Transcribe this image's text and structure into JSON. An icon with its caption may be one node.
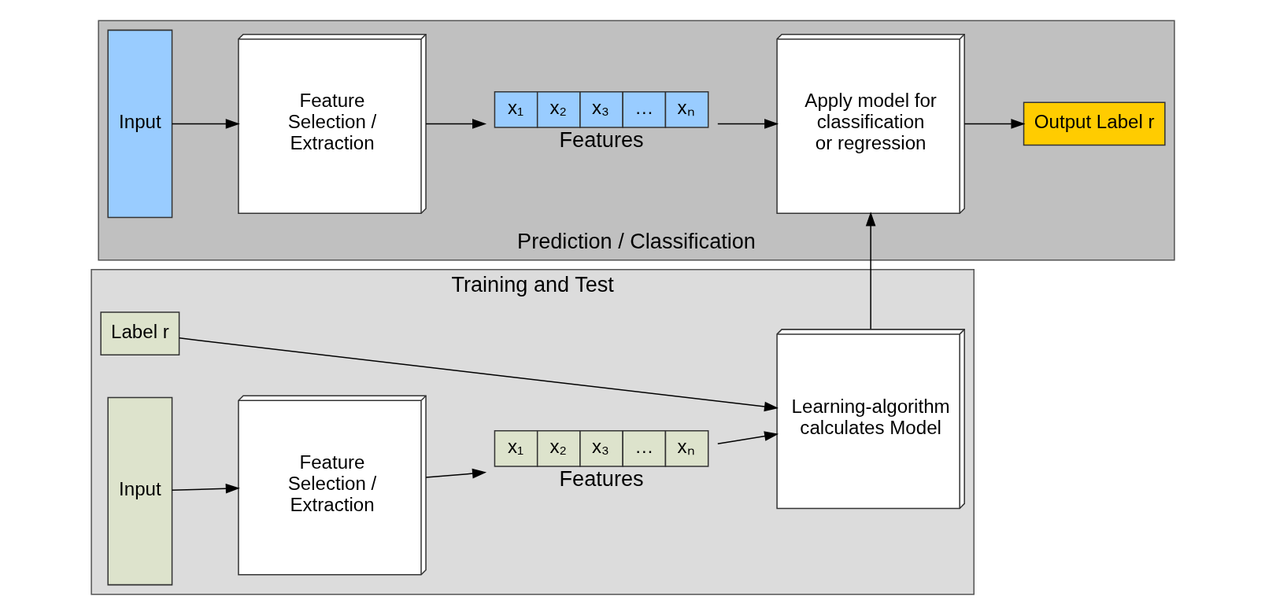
{
  "diagram": {
    "nodes": [
      {
        "text": [
          "Training and Test"
        ]
      },
      {
        "text": [
          "Label r"
        ],
        "in": 0
      },
      {
        "text": [
          "Input"
        ],
        "in": 0
      },
      {
        "text": [
          "Feature Selection / Extraction"
        ],
        "in": 0
      },
      {
        "text": [
          "x₁",
          "x₂",
          "x₃",
          "…",
          "xₙ"
        ],
        "in": 0,
        "beside": [
          "Features"
        ]
      },
      {
        "text": [
          "Learning-algorithm calculates Model"
        ],
        "in": 0
      },
      {
        "text": [
          "Prediction / Classification"
        ]
      },
      {
        "text": [
          "Input"
        ],
        "in": 6
      },
      {
        "text": [
          "Feature Selection / Extraction"
        ],
        "in": 6
      },
      {
        "text": [
          "x₁",
          "x₂",
          "x₃",
          "…",
          "xₙ"
        ],
        "in": 6,
        "beside": [
          "Features"
        ]
      },
      {
        "text": [
          "Apply model for classification or regression"
        ],
        "in": 6
      },
      {
        "text": [
          "Output Label r"
        ],
        "in": 6
      }
    ],
    "edges": [
      {
        "from": 1,
        "to": 5,
        "arrow": "to"
      },
      {
        "from": 2,
        "to": 3,
        "arrow": "to"
      },
      {
        "from": 3,
        "to": 4,
        "arrow": "to"
      },
      {
        "from": 4,
        "to": 5,
        "arrow": "to"
      },
      {
        "from": 5,
        "to": 10,
        "arrow": "to"
      },
      {
        "from": 7,
        "to": 8,
        "arrow": "to"
      },
      {
        "from": 8,
        "to": 9,
        "arrow": "to"
      },
      {
        "from": 9,
        "to": 10,
        "arrow": "to"
      },
      {
        "from": 10,
        "to": 11,
        "arrow": "to"
      }
    ]
  }
}
